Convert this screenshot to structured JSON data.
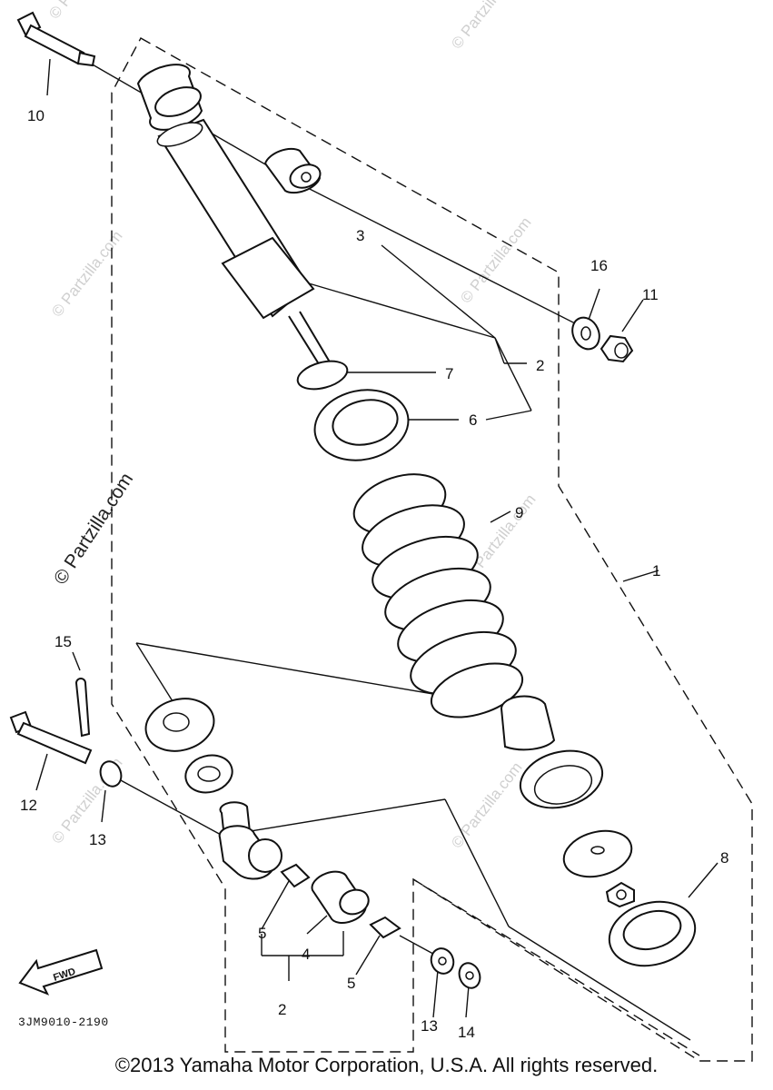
{
  "callouts": {
    "c1": "1",
    "c2a": "2",
    "c2b": "2",
    "c3": "3",
    "c4": "4",
    "c5a": "5",
    "c5b": "5",
    "c6": "6",
    "c7": "7",
    "c8": "8",
    "c9": "9",
    "c10": "10",
    "c11": "11",
    "c12": "12",
    "c13a": "13",
    "c13b": "13",
    "c14": "14",
    "c15": "15",
    "c16": "16"
  },
  "part_code": "3JM9010-2190",
  "fwd_label": "FWD",
  "watermark": "© Partzilla.com",
  "copyright": "©2013 Yamaha Motor Corporation, U.S.A. All rights reserved."
}
